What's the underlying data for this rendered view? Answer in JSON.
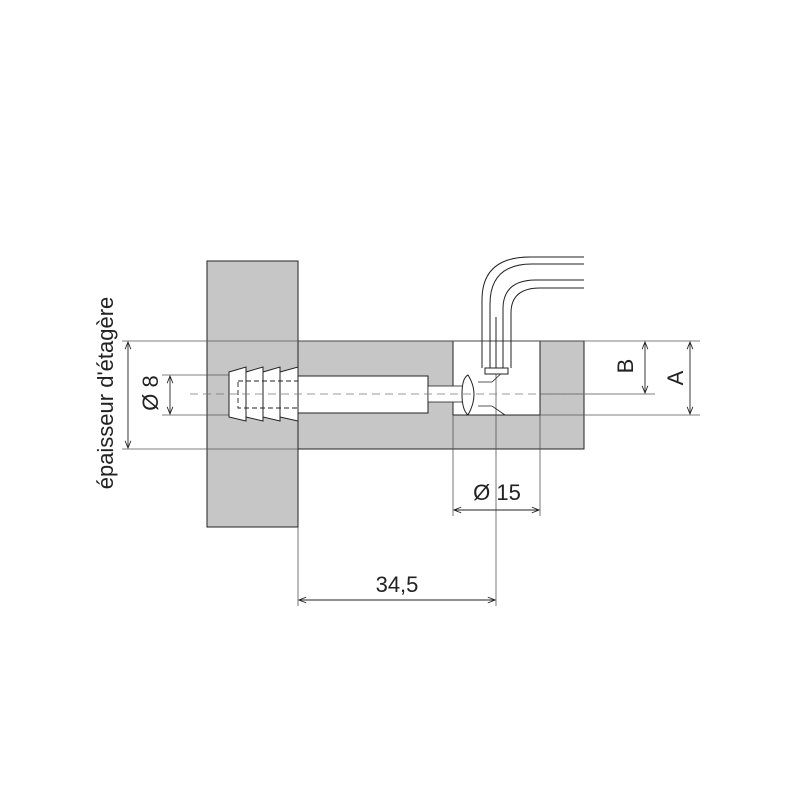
{
  "labels": {
    "shelf_thickness": "épaisseur d'étagère",
    "dia_8": "Ø 8",
    "dia_15": "Ø 15",
    "dist_34_5": "34,5",
    "dim_a": "A",
    "dim_b": "B"
  },
  "colors": {
    "panel": "#c6c6c6",
    "line": "#222222",
    "dash": "#777777"
  }
}
